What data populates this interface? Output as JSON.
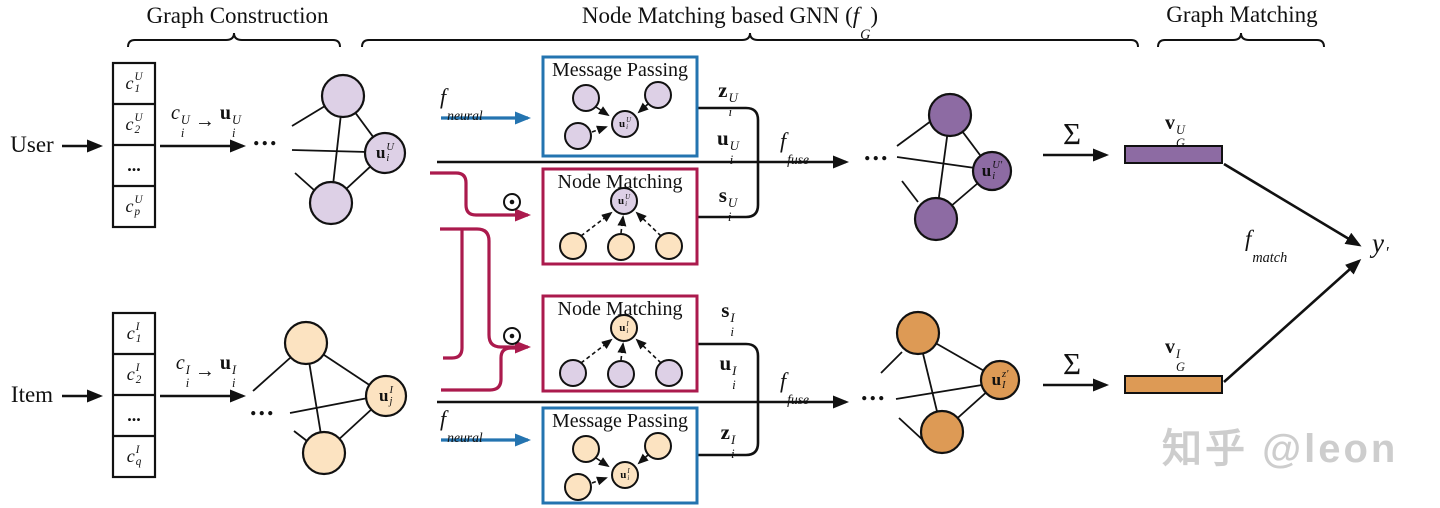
{
  "colors": {
    "light_purple": "#ddd0e6",
    "dark_purple": "#8d6ba3",
    "light_orange": "#fce3c1",
    "dark_orange": "#dd9a55",
    "crimson": "#ab1a4d",
    "blue": "#2474b0",
    "ink": "#111111",
    "watermark": "#c8c8c8"
  },
  "headers": {
    "graph_construction": "Graph Construction",
    "gnn_prefix": "Node Matching based GNN (",
    "gnn_fn": {
      "b": "f",
      "sub": "G"
    },
    "gnn_suffix": ")",
    "graph_matching": "Graph Matching"
  },
  "left": {
    "user_label": "User",
    "item_label": "Item",
    "dots": "...",
    "user_cells": [
      {
        "b": "c",
        "sub": "1",
        "sup": "U"
      },
      {
        "b": "c",
        "sub": "2",
        "sup": "U"
      },
      {
        "text": "..."
      },
      {
        "b": "c",
        "sub": "p",
        "sup": "U"
      }
    ],
    "item_cells": [
      {
        "b": "c",
        "sub": "1",
        "sup": "I"
      },
      {
        "b": "c",
        "sub": "2",
        "sup": "I"
      },
      {
        "text": "..."
      },
      {
        "b": "c",
        "sub": "q",
        "sup": "I"
      }
    ],
    "user_map": {
      "from": {
        "b": "c",
        "sub": "i",
        "sup": "U"
      },
      "arrow": "→",
      "to": {
        "b": "u",
        "sub": "i",
        "sup": "U",
        "bold": true
      }
    },
    "item_map": {
      "from": {
        "b": "c",
        "sub": "i",
        "sup": "I"
      },
      "arrow": "→",
      "to": {
        "b": "u",
        "sub": "i",
        "sup": "I",
        "bold": true
      }
    },
    "user_node": {
      "b": "u",
      "sub": "i",
      "sup": "U",
      "bold": true
    },
    "item_node": {
      "b": "u",
      "sub": "j",
      "sup": "I",
      "bold": true
    }
  },
  "gnn": {
    "f_neural": {
      "b": "f",
      "sub": "neural"
    },
    "f_fuse": {
      "b": "f",
      "sub": "fuse"
    },
    "mp_title": "Message Passing",
    "nm_title": "Node Matching",
    "odot": "⊙",
    "user_inner": {
      "b": "u",
      "sub": "i",
      "sup": "U",
      "bold": true
    },
    "item_inner": {
      "b": "u",
      "sub": "i",
      "sup": "I",
      "bold": true
    },
    "out_user": {
      "z": {
        "b": "z",
        "sub": "i",
        "sup": "U",
        "bold": true
      },
      "u": {
        "b": "u",
        "sub": "i",
        "sup": "U",
        "bold": true
      },
      "s": {
        "b": "s",
        "sub": "i",
        "sup": "U",
        "bold": true
      }
    },
    "out_item": {
      "s": {
        "b": "s",
        "sub": "i",
        "sup": "I",
        "bold": true
      },
      "u": {
        "b": "u",
        "sub": "i",
        "sup": "I",
        "bold": true
      },
      "z": {
        "b": "z",
        "sub": "i",
        "sup": "I",
        "bold": true
      }
    }
  },
  "right": {
    "sigma": "Σ",
    "user_final": {
      "b": "u",
      "sub": "i",
      "sup": "U′",
      "bold": true
    },
    "item_final": {
      "b": "u",
      "sub": "I",
      "sup": "z′",
      "bold": true
    },
    "user_vec": {
      "b": "v",
      "sub": "G",
      "sup": "U",
      "bold": true
    },
    "item_vec": {
      "b": "v",
      "sub": "G",
      "sup": "I",
      "bold": true
    },
    "f_match": {
      "b": "f",
      "sub": "match"
    },
    "y_prime": {
      "b": "y",
      "sup": "′"
    }
  },
  "watermark": "知乎 @leon"
}
